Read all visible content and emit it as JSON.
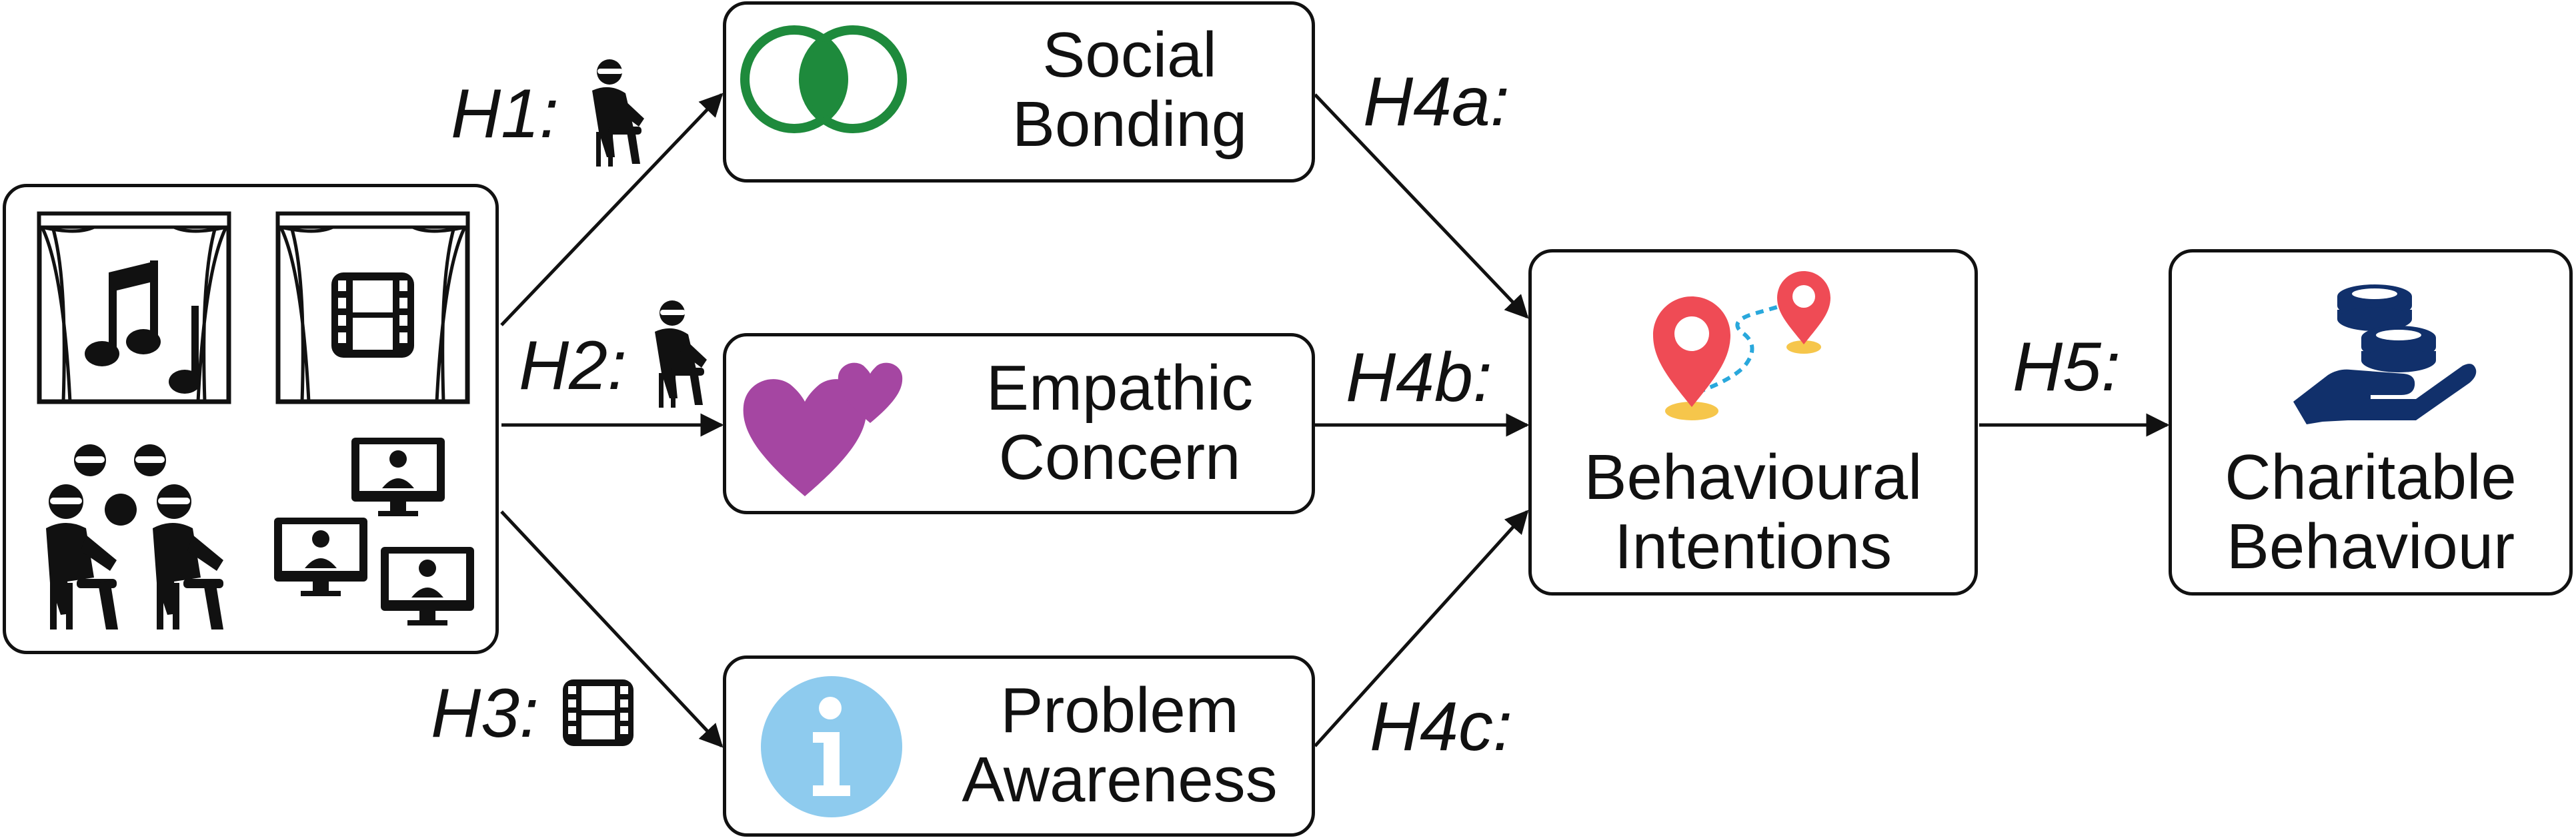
{
  "nodes": {
    "social_bonding": {
      "line1": "Social",
      "line2": "Bonding",
      "icon": "overlapping-circles-icon",
      "color": "#1e8a3c"
    },
    "empathic_concern": {
      "line1": "Empathic",
      "line2": "Concern",
      "icon": "hearts-icon",
      "color": "#a546a2"
    },
    "problem_awareness": {
      "line1": "Problem",
      "line2": "Awareness",
      "icon": "info-icon",
      "color": "#8ecbee"
    },
    "behavioural_intentions": {
      "line1": "Behavioural",
      "line2": "Intentions",
      "icon": "map-pins-icon",
      "color": "#ef4b55"
    },
    "charitable_behaviour": {
      "line1": "Charitable",
      "line2": "Behaviour",
      "icon": "hand-coins-icon",
      "color": "#11306b"
    }
  },
  "hypotheses": {
    "h1": "H1:",
    "h2": "H2:",
    "h3": "H3:",
    "h4a": "H4a:",
    "h4b": "H4b:",
    "h4c": "H4c:",
    "h5": "H5:"
  },
  "source": {
    "icons": [
      "theatre-music-icon",
      "theatre-film-icon",
      "audience-group-icon",
      "online-screens-icon"
    ]
  }
}
